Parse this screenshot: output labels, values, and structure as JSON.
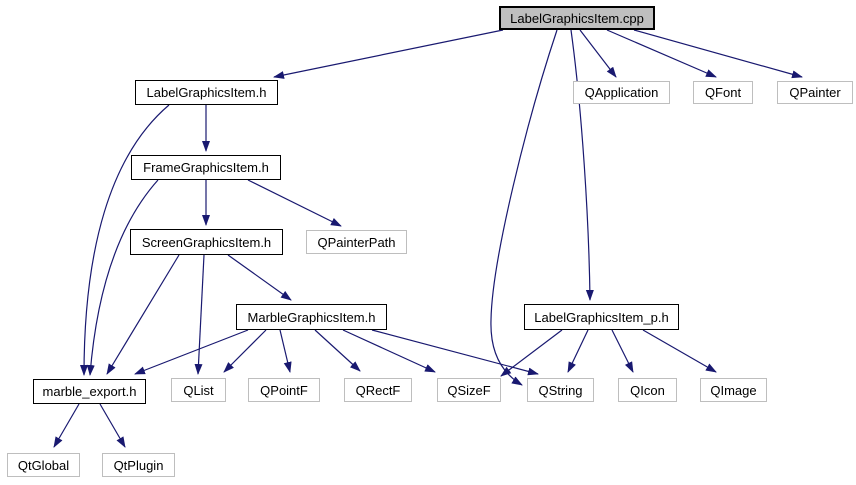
{
  "diagram": {
    "type": "include-dependency-graph",
    "colors": {
      "background": "#ffffff",
      "edge": "#191970",
      "root_fill": "#bfbfbf",
      "node_fill": "#ffffff",
      "project_border": "#000000",
      "external_border": "#bebebe",
      "text": "#000000"
    },
    "nodes": [
      {
        "id": "labelgraphicsitem-cpp",
        "label": "LabelGraphicsItem.cpp",
        "kind": "source-root"
      },
      {
        "id": "labelgraphicsitem-h",
        "label": "LabelGraphicsItem.h",
        "kind": "project-header"
      },
      {
        "id": "qapplication",
        "label": "QApplication",
        "kind": "external-header"
      },
      {
        "id": "qfont",
        "label": "QFont",
        "kind": "external-header"
      },
      {
        "id": "qpainter",
        "label": "QPainter",
        "kind": "external-header"
      },
      {
        "id": "framegraphicsitem-h",
        "label": "FrameGraphicsItem.h",
        "kind": "project-header"
      },
      {
        "id": "screengraphicsitem-h",
        "label": "ScreenGraphicsItem.h",
        "kind": "project-header"
      },
      {
        "id": "qpainterpath",
        "label": "QPainterPath",
        "kind": "external-header"
      },
      {
        "id": "marblegraphicsitem-h",
        "label": "MarbleGraphicsItem.h",
        "kind": "project-header"
      },
      {
        "id": "labelgraphicsitem-p-h",
        "label": "LabelGraphicsItem_p.h",
        "kind": "project-header"
      },
      {
        "id": "marble-export-h",
        "label": "marble_export.h",
        "kind": "project-header"
      },
      {
        "id": "qlist",
        "label": "QList",
        "kind": "external-header"
      },
      {
        "id": "qpointf",
        "label": "QPointF",
        "kind": "external-header"
      },
      {
        "id": "qrectf",
        "label": "QRectF",
        "kind": "external-header"
      },
      {
        "id": "qsizef",
        "label": "QSizeF",
        "kind": "external-header"
      },
      {
        "id": "qstring",
        "label": "QString",
        "kind": "external-header"
      },
      {
        "id": "qicon",
        "label": "QIcon",
        "kind": "external-header"
      },
      {
        "id": "qimage",
        "label": "QImage",
        "kind": "external-header"
      },
      {
        "id": "qtglobal",
        "label": "QtGlobal",
        "kind": "external-header"
      },
      {
        "id": "qtplugin",
        "label": "QtPlugin",
        "kind": "external-header"
      }
    ],
    "edges": [
      {
        "from": "labelgraphicsitem-cpp",
        "to": "labelgraphicsitem-h"
      },
      {
        "from": "labelgraphicsitem-cpp",
        "to": "qapplication"
      },
      {
        "from": "labelgraphicsitem-cpp",
        "to": "qfont"
      },
      {
        "from": "labelgraphicsitem-cpp",
        "to": "qpainter"
      },
      {
        "from": "labelgraphicsitem-cpp",
        "to": "labelgraphicsitem-p-h"
      },
      {
        "from": "labelgraphicsitem-cpp",
        "to": "qstring"
      },
      {
        "from": "labelgraphicsitem-h",
        "to": "framegraphicsitem-h"
      },
      {
        "from": "labelgraphicsitem-h",
        "to": "marble-export-h"
      },
      {
        "from": "framegraphicsitem-h",
        "to": "screengraphicsitem-h"
      },
      {
        "from": "framegraphicsitem-h",
        "to": "qpainterpath"
      },
      {
        "from": "framegraphicsitem-h",
        "to": "marble-export-h"
      },
      {
        "from": "screengraphicsitem-h",
        "to": "marblegraphicsitem-h"
      },
      {
        "from": "screengraphicsitem-h",
        "to": "qlist"
      },
      {
        "from": "screengraphicsitem-h",
        "to": "marble-export-h"
      },
      {
        "from": "marblegraphicsitem-h",
        "to": "marble-export-h"
      },
      {
        "from": "marblegraphicsitem-h",
        "to": "qlist"
      },
      {
        "from": "marblegraphicsitem-h",
        "to": "qpointf"
      },
      {
        "from": "marblegraphicsitem-h",
        "to": "qrectf"
      },
      {
        "from": "marblegraphicsitem-h",
        "to": "qsizef"
      },
      {
        "from": "marblegraphicsitem-h",
        "to": "qstring"
      },
      {
        "from": "labelgraphicsitem-p-h",
        "to": "qsizef"
      },
      {
        "from": "labelgraphicsitem-p-h",
        "to": "qstring"
      },
      {
        "from": "labelgraphicsitem-p-h",
        "to": "qicon"
      },
      {
        "from": "labelgraphicsitem-p-h",
        "to": "qimage"
      },
      {
        "from": "marble-export-h",
        "to": "qtglobal"
      },
      {
        "from": "marble-export-h",
        "to": "qtplugin"
      }
    ]
  }
}
